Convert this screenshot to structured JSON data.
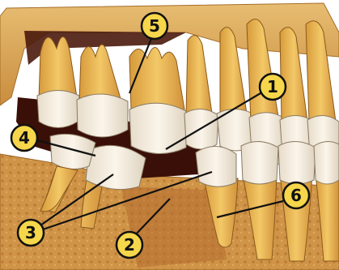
{
  "labels": [
    {
      "id": "1",
      "text": "1"
    },
    {
      "id": "2",
      "text": "2"
    },
    {
      "id": "3",
      "text": "3"
    },
    {
      "id": "4",
      "text": "4"
    },
    {
      "id": "5",
      "text": "5"
    },
    {
      "id": "6",
      "text": "6"
    }
  ],
  "colors": {
    "bone": "#d9a85a",
    "bone_dark": "#b77b2c",
    "crown": "#f3eadb",
    "root": "#e8b85b",
    "gum_dark": "#3a0f08",
    "marker_fill": "#f6d64a",
    "line": "#111111"
  }
}
